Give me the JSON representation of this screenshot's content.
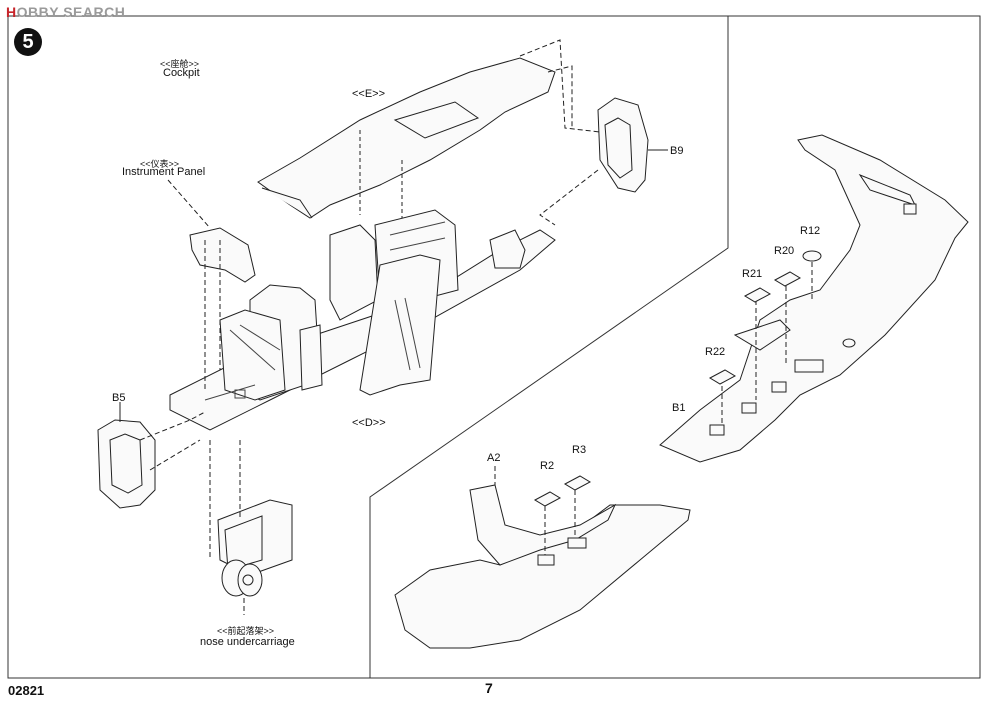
{
  "watermark": {
    "prefix": "H",
    "brand": "OBBY SEARCH"
  },
  "step_number": "5",
  "labels": {
    "cockpit_cn": "<<座舱>>",
    "cockpit": "Cockpit",
    "e_detail": "<<E>>",
    "d_detail": "<<D>>",
    "instrument_cn": "<<仪表>>",
    "instrument_panel": "Instrument Panel",
    "nose_cn": "<<前起落架>>",
    "nose_undercarriage": "nose undercarriage"
  },
  "parts": {
    "b9": "B9",
    "b5": "B5",
    "r12": "R12",
    "r20": "R20",
    "r21": "R21",
    "r22": "R22",
    "b1": "B1",
    "a2": "A2",
    "r2": "R2",
    "r3": "R3"
  },
  "footer": {
    "code": "02821",
    "page": "7"
  }
}
